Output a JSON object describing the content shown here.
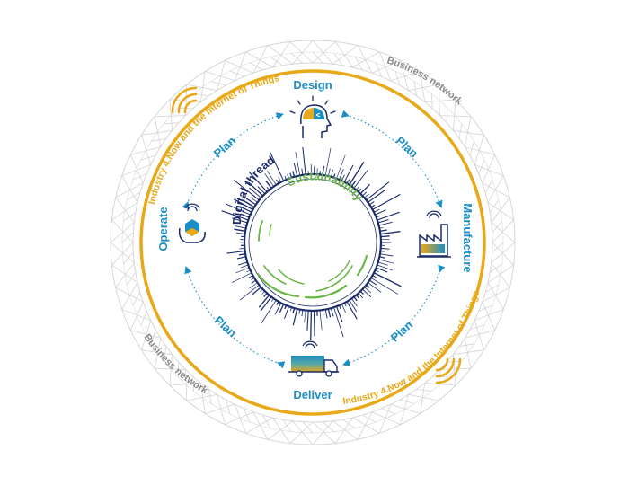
{
  "colors": {
    "blue": "#1b8ec5",
    "navy": "#1a2b6b",
    "gold": "#e8a817",
    "green": "#6ab545",
    "gray": "#8a8a8a",
    "mesh": "#cfcfcf"
  },
  "diagram": {
    "stages": {
      "design": "Design",
      "manufacture": "Manufacture",
      "deliver": "Deliver",
      "operate": "Operate"
    },
    "plan": "Plan",
    "business_network": "Business network",
    "industry_ring": "Industry 4.Now and the Internet of Things",
    "digital_thread": "Digital thread",
    "sustainability": "Sustainability"
  }
}
